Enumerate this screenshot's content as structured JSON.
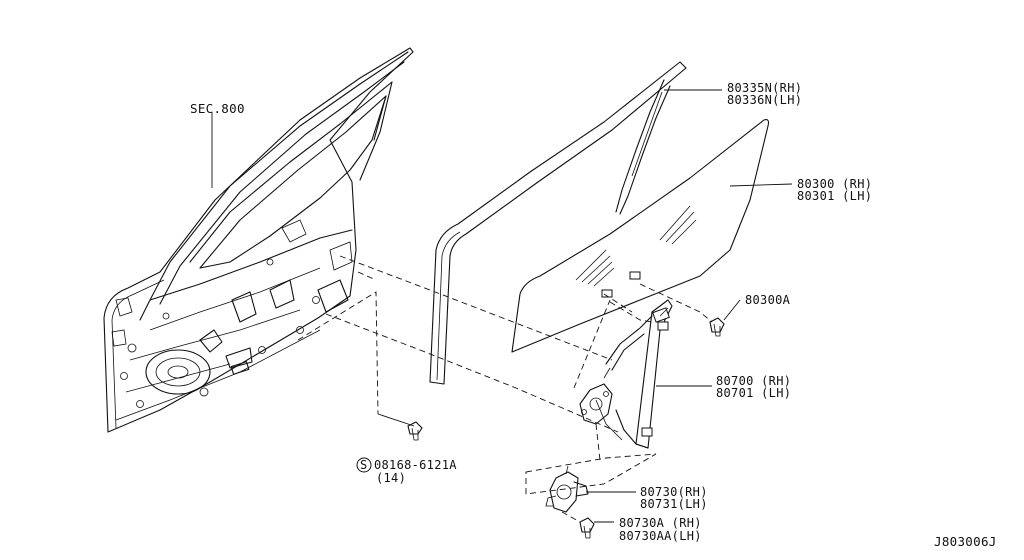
{
  "labels": {
    "sec800": "SEC.800",
    "sash_rh": "80335N(RH)",
    "sash_lh": "80336N(LH)",
    "glass_rh": "80300 (RH)",
    "glass_lh": "80301 (LH)",
    "clip": "80300A",
    "regulator_rh": "80700 (RH)",
    "regulator_lh": "80701 (LH)",
    "bolt_symbol": "S",
    "bolt_part": "08168-6121A",
    "bolt_qty": "(14)",
    "motor_rh": "80730(RH)",
    "motor_lh": "80731(LH)",
    "screw_rh": "80730A  (RH)",
    "screw_lh": "80730AA(LH)",
    "diagram_id": "J803006J"
  },
  "colors": {
    "line": "#111111",
    "background": "#ffffff"
  }
}
